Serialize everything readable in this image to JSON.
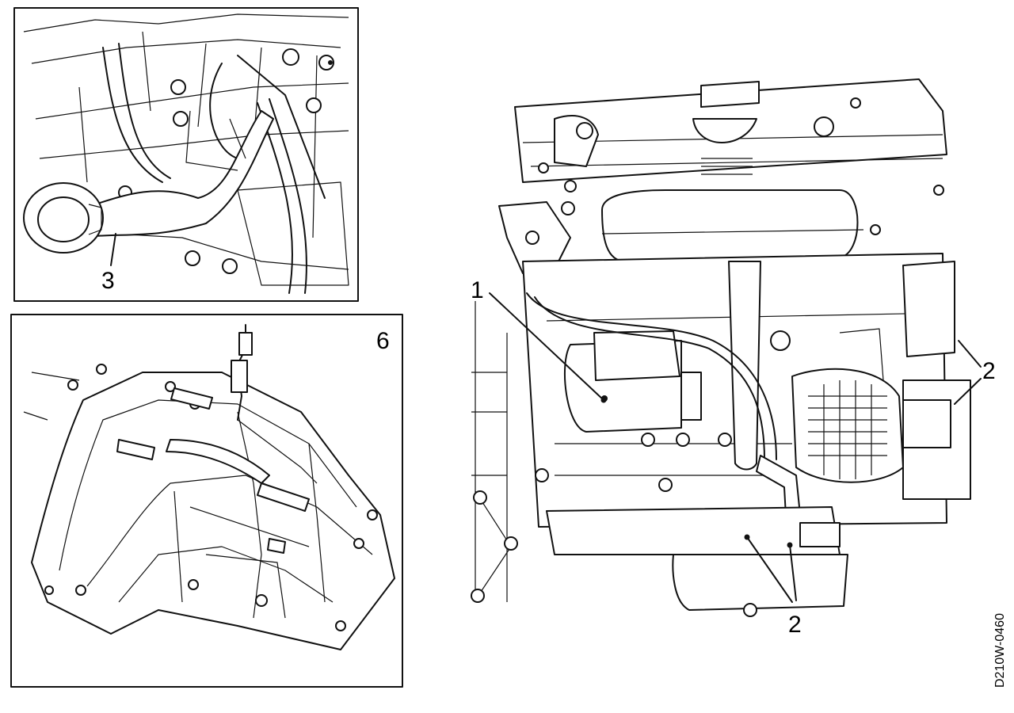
{
  "callouts": {
    "panel_top": "3",
    "panel_bottom": "6",
    "starter": "1",
    "bracket_upper": "2",
    "bracket_lower": "2"
  },
  "figure_code": "D210W-0460"
}
